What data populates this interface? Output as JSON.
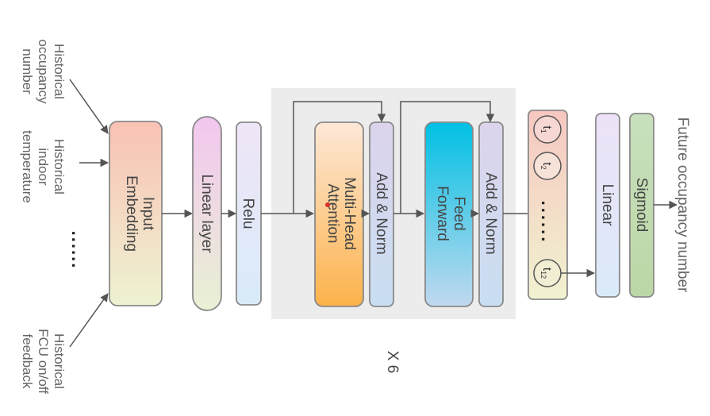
{
  "inputs": {
    "historical_occupancy": [
      "Historical",
      "occupancy",
      "number"
    ],
    "historical_indoor_temp": [
      "Historical",
      "indoor",
      "temperature"
    ],
    "ellipsis": "......",
    "historical_fcu": [
      "Historical",
      "FCU on/off",
      "feedback"
    ]
  },
  "blocks": {
    "input_embedding": [
      "Input",
      "Embedding"
    ],
    "linear_layer": "Linear layer",
    "relu": "Relu",
    "multi_head_attention": [
      "Multi-Head",
      "Attention"
    ],
    "add_norm_1": "Add & Norm",
    "feed_forward": [
      "Feed",
      "Forward"
    ],
    "add_norm_2": "Add & Norm",
    "repeat_label": "X 6",
    "tokens": {
      "t1": "t1",
      "t2": "t2",
      "dots": "......",
      "t12": "t12"
    },
    "linear": "Linear",
    "sigmoid": "Sigmoid"
  },
  "output": {
    "label": "Future occupancy number"
  },
  "colors": {
    "encoder_bg": "#ececec",
    "input_embedding": [
      "#f9c1b4",
      "#eef3d2"
    ],
    "linear_layer": [
      "#f2c6ef",
      "#e9f1d4"
    ],
    "relu": [
      "#efe5f7",
      "#d9ebf8"
    ],
    "attention": [
      "#fde8d8",
      "#fcb24a"
    ],
    "add_norm": [
      "#dcd4ec",
      "#c9def2"
    ],
    "feed_forward": [
      "#00c0e3",
      "#c1d9ef"
    ],
    "token_panel": [
      "#f6c7c0",
      "#f1f2d0"
    ],
    "linear": [
      "#ede2f7",
      "#daeaf8"
    ],
    "sigmoid": [
      "#c8e0bd",
      "#bcd6a6"
    ],
    "stroke": "#8a8a8a",
    "arrow": "#555555"
  }
}
